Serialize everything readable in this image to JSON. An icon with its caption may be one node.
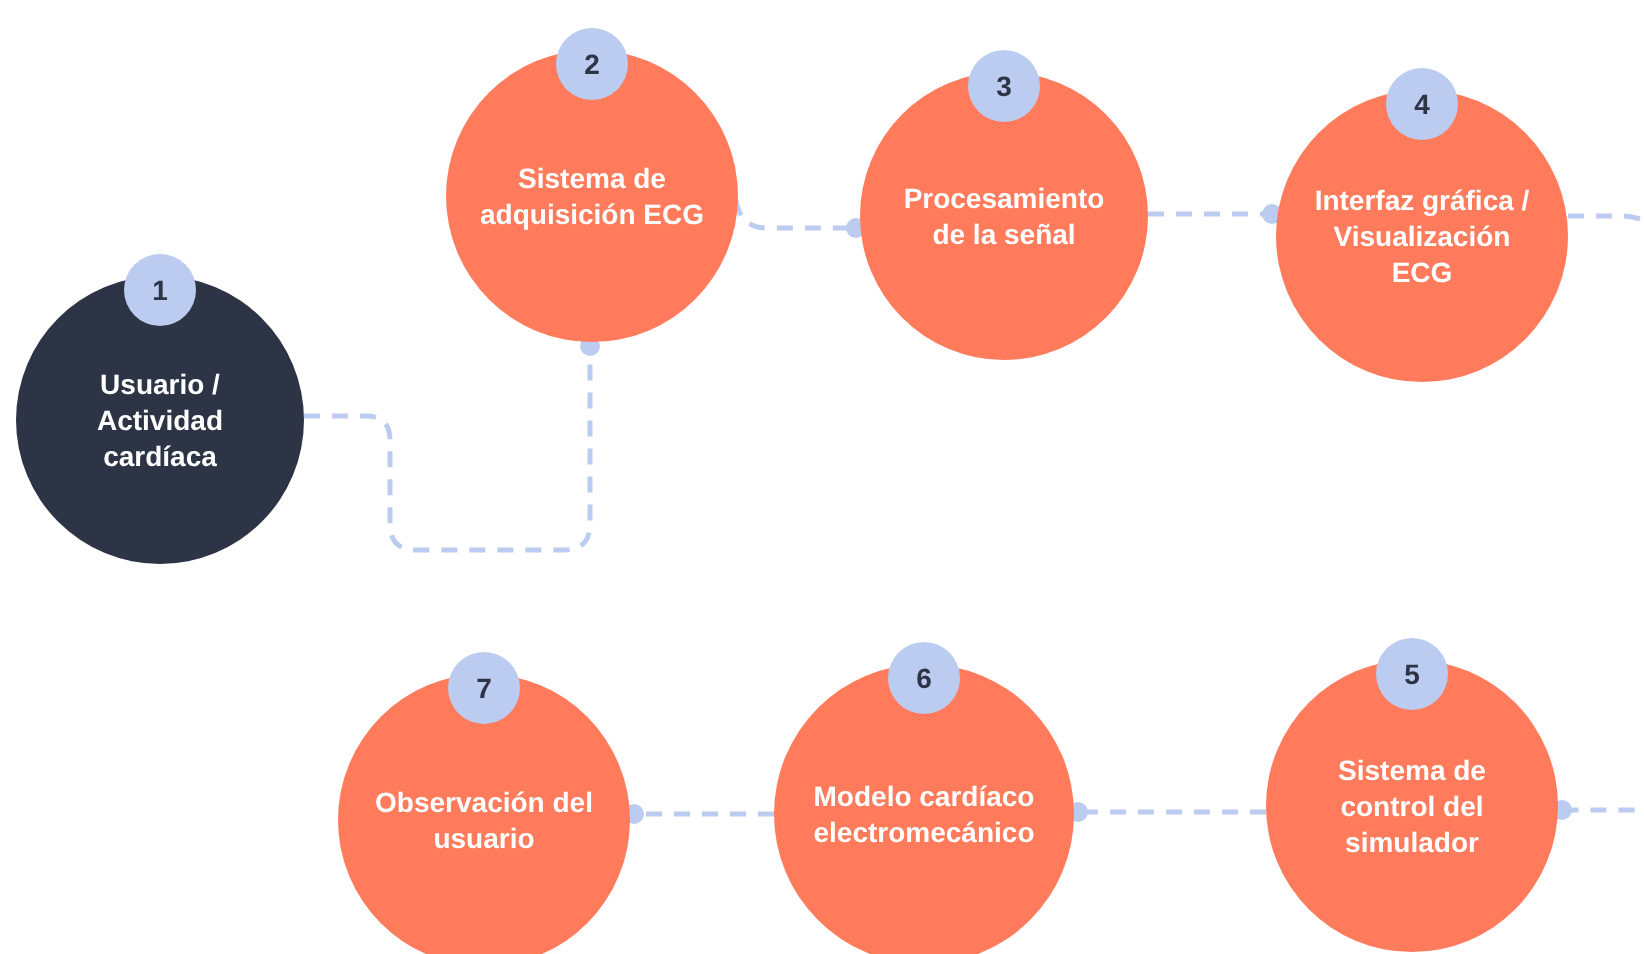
{
  "diagram": {
    "nodes": [
      {
        "text": [
          "1",
          "Usuario / Actividad cardíaca"
        ]
      },
      {
        "text": [
          "2",
          "Sistema de adquisición ECG"
        ]
      },
      {
        "text": [
          "3",
          "Procesamiento de la señal"
        ]
      },
      {
        "text": [
          "4",
          "Interfaz gráfica / Visualización ECG"
        ]
      },
      {
        "text": [
          "7",
          "Observación del usuario"
        ]
      },
      {
        "text": [
          "6",
          "Modelo cardíaco electromecánico"
        ]
      },
      {
        "text": [
          "5",
          "Sistema de control del simulador"
        ]
      }
    ],
    "edges": [
      {
        "from": 0,
        "to": 1,
        "arrow": "other",
        "style": "dashed"
      },
      {
        "from": 1,
        "to": 2,
        "arrow": "other",
        "style": "dashed"
      },
      {
        "from": 2,
        "to": 3,
        "arrow": "other",
        "style": "dashed"
      },
      {
        "from": 3,
        "to": 6,
        "arrow": "other",
        "style": "dashed"
      },
      {
        "from": 6,
        "to": 5,
        "arrow": "other",
        "style": "dashed"
      },
      {
        "from": 5,
        "to": 4,
        "arrow": "other",
        "style": "dashed"
      }
    ]
  }
}
